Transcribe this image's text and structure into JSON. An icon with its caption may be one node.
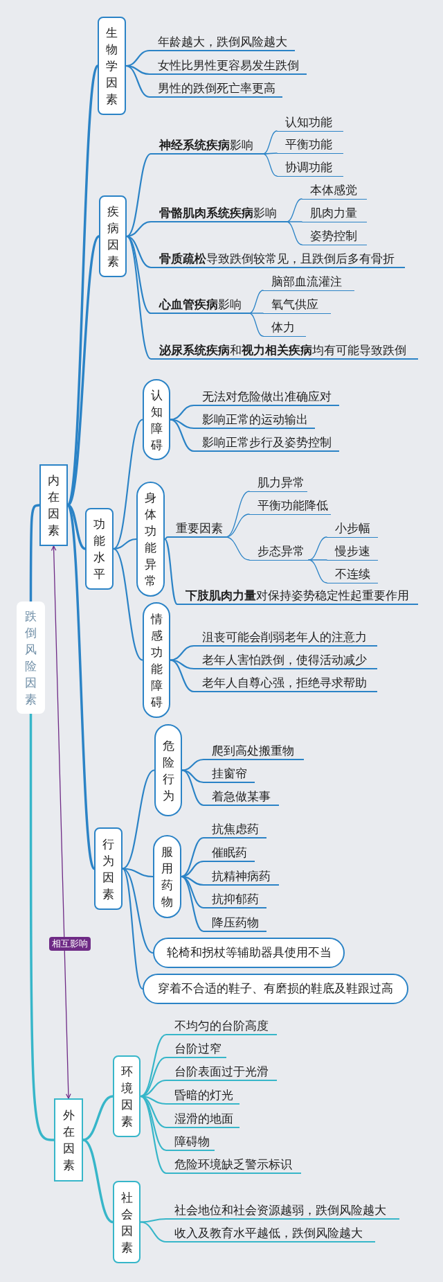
{
  "diagram": {
    "nodes": [
      {
        "text": [
          "跌倒风险因素"
        ]
      },
      {
        "text": [
          "内在因素"
        ]
      },
      {
        "text": [
          "生物学因素"
        ]
      },
      {
        "text": [
          "年龄越大，跌倒风险越大"
        ]
      },
      {
        "text": [
          "女性比男性更容易发生跌倒"
        ]
      },
      {
        "text": [
          "男性的跌倒死亡率更高"
        ]
      },
      {
        "text": [
          "疾病因素"
        ]
      },
      {
        "text": [
          "**神经系统疾病**影响"
        ]
      },
      {
        "text": [
          "认知功能"
        ]
      },
      {
        "text": [
          "平衡功能"
        ]
      },
      {
        "text": [
          "协调功能"
        ]
      },
      {
        "text": [
          "**骨骼肌肉系统疾病**影响"
        ]
      },
      {
        "text": [
          "本体感觉"
        ]
      },
      {
        "text": [
          "肌肉力量"
        ]
      },
      {
        "text": [
          "姿势控制"
        ]
      },
      {
        "text": [
          "**骨质疏松**导致跌倒较常见，且跌倒后多有骨折"
        ]
      },
      {
        "text": [
          "**心血管疾病**影响"
        ]
      },
      {
        "text": [
          "脑部血流灌注"
        ]
      },
      {
        "text": [
          "氧气供应"
        ]
      },
      {
        "text": [
          "体力"
        ]
      },
      {
        "text": [
          "**泌尿系统疾病**和**视力相关疾病**均有可能导致跌倒"
        ]
      },
      {
        "text": [
          "功能水平"
        ]
      },
      {
        "text": [
          "认知障碍"
        ]
      },
      {
        "text": [
          "无法对危险做出准确应对"
        ]
      },
      {
        "text": [
          "影响正常的运动输出"
        ]
      },
      {
        "text": [
          "影响正常步行及姿势控制"
        ]
      },
      {
        "text": [
          "身体功能异常"
        ]
      },
      {
        "text": [
          "重要因素"
        ]
      },
      {
        "text": [
          "肌力异常"
        ]
      },
      {
        "text": [
          "平衡功能降低"
        ]
      },
      {
        "text": [
          "步态异常"
        ]
      },
      {
        "text": [
          "小步幅"
        ]
      },
      {
        "text": [
          "慢步速"
        ]
      },
      {
        "text": [
          "不连续"
        ]
      },
      {
        "text": [
          "**下肢肌肉力量**对保持姿势稳定性起重要作用"
        ]
      },
      {
        "text": [
          "情感功能障碍"
        ]
      },
      {
        "text": [
          "沮丧可能会削弱老年人的注意力"
        ]
      },
      {
        "text": [
          "老年人害怕跌倒，使得活动减少"
        ]
      },
      {
        "text": [
          "老年人自尊心强，拒绝寻求帮助"
        ]
      },
      {
        "text": [
          "行为因素"
        ]
      },
      {
        "text": [
          "危险行为"
        ]
      },
      {
        "text": [
          "爬到高处搬重物"
        ]
      },
      {
        "text": [
          "挂窗帘"
        ]
      },
      {
        "text": [
          "着急做某事"
        ]
      },
      {
        "text": [
          "服用药物"
        ]
      },
      {
        "text": [
          "抗焦虑药"
        ]
      },
      {
        "text": [
          "催眠药"
        ]
      },
      {
        "text": [
          "抗精神病药"
        ]
      },
      {
        "text": [
          "抗抑郁药"
        ]
      },
      {
        "text": [
          "降压药物"
        ]
      },
      {
        "text": [
          "轮椅和拐杖等辅助器具使用不当"
        ]
      },
      {
        "text": [
          "穿着不合适的鞋子、有磨损的鞋底及鞋跟过高"
        ]
      },
      {
        "text": [
          "外在因素"
        ]
      },
      {
        "text": [
          "环境因素"
        ]
      },
      {
        "text": [
          "不均匀的台阶高度"
        ]
      },
      {
        "text": [
          "台阶过窄"
        ]
      },
      {
        "text": [
          "台阶表面过于光滑"
        ]
      },
      {
        "text": [
          "昏暗的灯光"
        ]
      },
      {
        "text": [
          "湿滑的地面"
        ]
      },
      {
        "text": [
          "障碍物"
        ]
      },
      {
        "text": [
          "危险环境缺乏警示标识"
        ]
      },
      {
        "text": [
          "社会因素"
        ]
      },
      {
        "text": [
          "社会地位和社会资源越弱，跌倒风险越大"
        ]
      },
      {
        "text": [
          "收入及教育水平越低，跌倒风险越大"
        ]
      }
    ],
    "edges": [
      {
        "from": 0,
        "to": 1,
        "arrow": "none"
      },
      {
        "from": 1,
        "to": 2,
        "arrow": "none"
      },
      {
        "from": 2,
        "to": 3,
        "arrow": "none"
      },
      {
        "from": 2,
        "to": 4,
        "arrow": "none"
      },
      {
        "from": 2,
        "to": 5,
        "arrow": "none"
      },
      {
        "from": 1,
        "to": 6,
        "arrow": "none"
      },
      {
        "from": 6,
        "to": 7,
        "arrow": "none"
      },
      {
        "from": 7,
        "to": 8,
        "arrow": "none"
      },
      {
        "from": 7,
        "to": 9,
        "arrow": "none"
      },
      {
        "from": 7,
        "to": 10,
        "arrow": "none"
      },
      {
        "from": 6,
        "to": 11,
        "arrow": "none"
      },
      {
        "from": 11,
        "to": 12,
        "arrow": "none"
      },
      {
        "from": 11,
        "to": 13,
        "arrow": "none"
      },
      {
        "from": 11,
        "to": 14,
        "arrow": "none"
      },
      {
        "from": 6,
        "to": 15,
        "arrow": "none"
      },
      {
        "from": 6,
        "to": 16,
        "arrow": "none"
      },
      {
        "from": 16,
        "to": 17,
        "arrow": "none"
      },
      {
        "from": 16,
        "to": 18,
        "arrow": "none"
      },
      {
        "from": 16,
        "to": 19,
        "arrow": "none"
      },
      {
        "from": 6,
        "to": 20,
        "arrow": "none"
      },
      {
        "from": 1,
        "to": 21,
        "arrow": "none"
      },
      {
        "from": 21,
        "to": 22,
        "arrow": "none"
      },
      {
        "from": 22,
        "to": 23,
        "arrow": "none"
      },
      {
        "from": 22,
        "to": 24,
        "arrow": "none"
      },
      {
        "from": 22,
        "to": 25,
        "arrow": "none"
      },
      {
        "from": 21,
        "to": 26,
        "arrow": "none"
      },
      {
        "from": 26,
        "to": 27,
        "arrow": "none"
      },
      {
        "from": 27,
        "to": 28,
        "arrow": "none"
      },
      {
        "from": 27,
        "to": 29,
        "arrow": "none"
      },
      {
        "from": 27,
        "to": 30,
        "arrow": "none"
      },
      {
        "from": 30,
        "to": 31,
        "arrow": "none"
      },
      {
        "from": 30,
        "to": 32,
        "arrow": "none"
      },
      {
        "from": 30,
        "to": 33,
        "arrow": "none"
      },
      {
        "from": 26,
        "to": 34,
        "arrow": "none"
      },
      {
        "from": 21,
        "to": 35,
        "arrow": "none"
      },
      {
        "from": 35,
        "to": 36,
        "arrow": "none"
      },
      {
        "from": 35,
        "to": 37,
        "arrow": "none"
      },
      {
        "from": 35,
        "to": 38,
        "arrow": "none"
      },
      {
        "from": 1,
        "to": 39,
        "arrow": "none"
      },
      {
        "from": 39,
        "to": 40,
        "arrow": "none"
      },
      {
        "from": 40,
        "to": 41,
        "arrow": "none"
      },
      {
        "from": 40,
        "to": 42,
        "arrow": "none"
      },
      {
        "from": 40,
        "to": 43,
        "arrow": "none"
      },
      {
        "from": 39,
        "to": 44,
        "arrow": "none"
      },
      {
        "from": 44,
        "to": 45,
        "arrow": "none"
      },
      {
        "from": 44,
        "to": 46,
        "arrow": "none"
      },
      {
        "from": 44,
        "to": 47,
        "arrow": "none"
      },
      {
        "from": 44,
        "to": 48,
        "arrow": "none"
      },
      {
        "from": 44,
        "to": 49,
        "arrow": "none"
      },
      {
        "from": 39,
        "to": 50,
        "arrow": "none"
      },
      {
        "from": 39,
        "to": 51,
        "arrow": "none"
      },
      {
        "from": 0,
        "to": 52,
        "arrow": "none",
        "color": "#37b6c9"
      },
      {
        "from": 52,
        "to": 53,
        "arrow": "none",
        "color": "#37b6c9"
      },
      {
        "from": 53,
        "to": 54,
        "arrow": "none",
        "color": "#37b6c9"
      },
      {
        "from": 53,
        "to": 55,
        "arrow": "none",
        "color": "#37b6c9"
      },
      {
        "from": 53,
        "to": 56,
        "arrow": "none",
        "color": "#37b6c9"
      },
      {
        "from": 53,
        "to": 57,
        "arrow": "none",
        "color": "#37b6c9"
      },
      {
        "from": 53,
        "to": 58,
        "arrow": "none",
        "color": "#37b6c9"
      },
      {
        "from": 53,
        "to": 59,
        "arrow": "none",
        "color": "#37b6c9"
      },
      {
        "from": 53,
        "to": 60,
        "arrow": "none",
        "color": "#37b6c9"
      },
      {
        "from": 52,
        "to": 61,
        "arrow": "none",
        "color": "#37b6c9"
      },
      {
        "from": 61,
        "to": 62,
        "arrow": "none",
        "color": "#37b6c9"
      },
      {
        "from": 61,
        "to": 63,
        "arrow": "none",
        "color": "#37b6c9"
      },
      {
        "from": 1,
        "to": 52,
        "arrow": "both",
        "label": "相互影响",
        "color": "#6e2a85"
      }
    ]
  }
}
